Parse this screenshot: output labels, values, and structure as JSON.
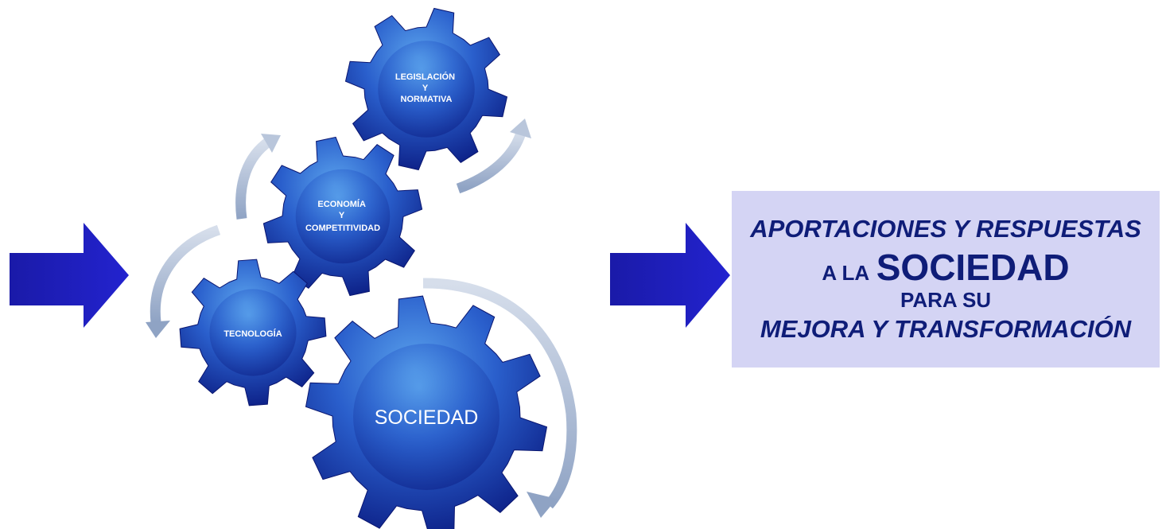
{
  "diagram": {
    "gears": [
      {
        "id": "legislacion",
        "lines": [
          "LEGISLACIÓN",
          "Y",
          "NORMATIVA"
        ]
      },
      {
        "id": "economia",
        "lines": [
          "ECONOMÍA",
          "Y",
          "COMPETITIVIDAD"
        ]
      },
      {
        "id": "tecnologia",
        "lines": [
          "TECNOLOGÍA"
        ]
      },
      {
        "id": "sociedad",
        "lines": [
          "SOCIEDAD"
        ]
      }
    ],
    "colors": {
      "gear_dark": "#0d1f8a",
      "gear_light": "#4a8fe0",
      "arrow_blue": "#1c1cb8",
      "curved_arrow": "#b9c6db",
      "box_fill": "#d4d4f4",
      "box_text": "#0f1d78"
    }
  },
  "result": {
    "line1": "APORTACIONES Y RESPUESTAS",
    "line2_prefix": "A LA",
    "line2_main": "SOCIEDAD",
    "line3": "PARA SU",
    "line4": "MEJORA Y TRANSFORMACIÓN"
  }
}
